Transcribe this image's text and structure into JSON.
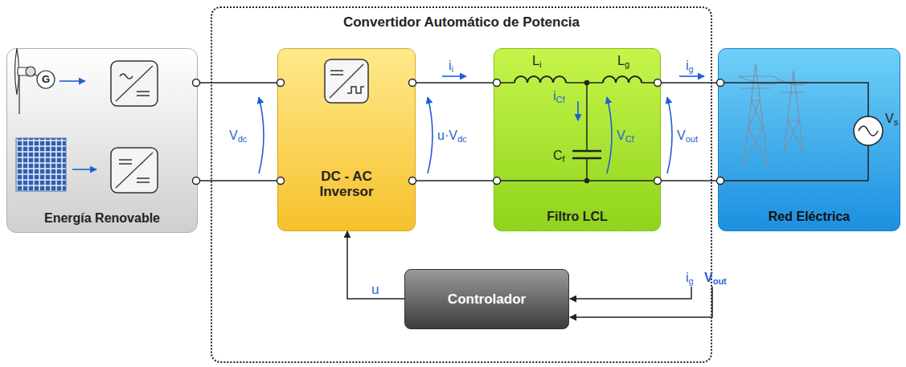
{
  "diagram": {
    "nodes": [
      {
        "text": [
          "Energía Renovable"
        ]
      },
      {
        "text": [
          "Convertidor Automático de Potencia"
        ]
      },
      {
        "text": [
          "DC - AC Inversor"
        ],
        "in": 1
      },
      {
        "text": [
          "Filtro LCL"
        ],
        "in": 1
      },
      {
        "text": [
          "Controlador"
        ],
        "in": 1
      },
      {
        "text": [
          "Red Eléctrica"
        ]
      }
    ],
    "edges": [
      {
        "from": 0,
        "to": 2,
        "arrow": "none"
      },
      {
        "from": 2,
        "to": 3,
        "arrow": "none"
      },
      {
        "from": 3,
        "to": 5,
        "arrow": "none"
      },
      {
        "from": 4,
        "to": 2,
        "arrow": "to",
        "label": "u"
      }
    ],
    "labels": [
      "G",
      "Vdc",
      "u·Vdc",
      "ii",
      "Li",
      "Lg",
      "iCf",
      "Cf",
      "VCf",
      "ig",
      "Vout",
      "Vs",
      "ig",
      "Vout"
    ]
  }
}
